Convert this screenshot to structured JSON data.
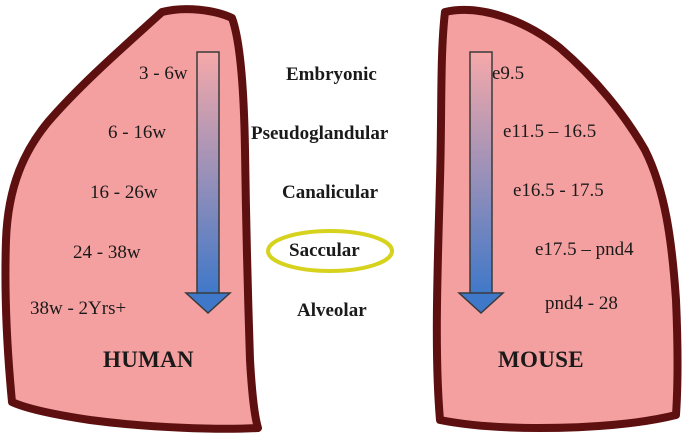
{
  "colors": {
    "lung_fill": "#f5a0a0",
    "lung_outline": "#5e1010",
    "arrow_top": "#f6a9a9",
    "arrow_bottom": "#3f78c8",
    "highlight_ring": "#d6d21e"
  },
  "stages": [
    {
      "name": "Embryonic",
      "human": "3 - 6w",
      "mouse": "e9.5"
    },
    {
      "name": "Pseudoglandular",
      "human": "6 - 16w",
      "mouse": "e11.5 – 16.5"
    },
    {
      "name": "Canalicular",
      "human": "16 - 26w",
      "mouse": "e16.5 - 17.5"
    },
    {
      "name": "Saccular",
      "human": "24 - 38w",
      "mouse": "e17.5 – pnd4"
    },
    {
      "name": "Alveolar",
      "human": "38w - 2Yrs+",
      "mouse": "pnd4 - 28"
    }
  ],
  "highlighted_stage": "Saccular",
  "species": {
    "left": "HUMAN",
    "right": "MOUSE"
  }
}
